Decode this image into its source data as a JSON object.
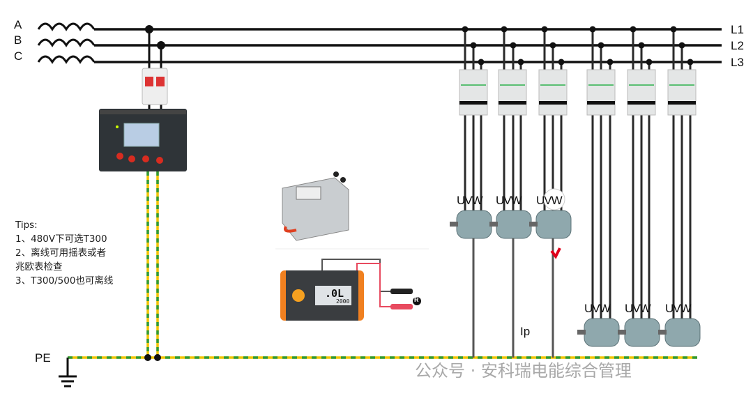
{
  "phases": {
    "source": [
      "A",
      "B",
      "C"
    ],
    "lines": [
      "L1",
      "L2",
      "L3"
    ]
  },
  "tips": {
    "title": "Tips:",
    "items": [
      "1、480V下可选T300",
      "2、离线可用摇表或者",
      "兆欧表检查",
      "3、T300/500也可离线"
    ]
  },
  "ground": {
    "pe_label": "PE"
  },
  "leakage_label": "Ip",
  "motor_terminal_label": "UVW",
  "meter": {
    "display": ".0L",
    "sub": "2000",
    "probe_label": "R"
  },
  "watermark": "公众号 · 安科瑞电能综合管理",
  "colors": {
    "bus": "#111111",
    "pe_yellow": "#f2c400",
    "pe_green": "#2e9a3a",
    "fault": "#e0001b"
  }
}
